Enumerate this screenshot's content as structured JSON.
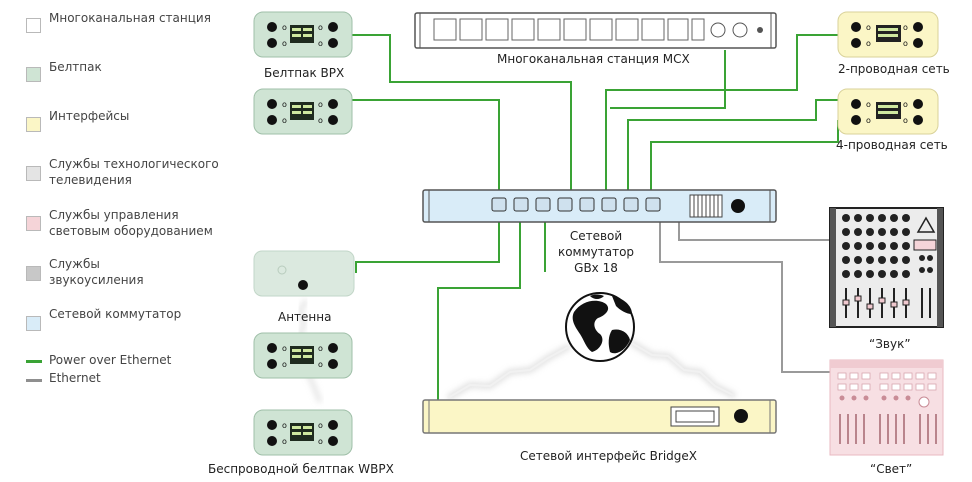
{
  "colors": {
    "poe": "#3aa335",
    "ethernet": "#8f8f8f",
    "beltpack": "#cfe4d4",
    "interface": "#fbf6c6",
    "multichannel": "#ffffff",
    "cctv": "#e4e4e4",
    "lighting": "#f5d4d8",
    "sound": "#c8c8c8",
    "switch": "#d9ecf8"
  },
  "legend": [
    {
      "text": "Многоканальная станция",
      "color": "#ffffff"
    },
    {
      "text": "Белтпак",
      "color": "#cfe4d4"
    },
    {
      "text": "Интерфейсы",
      "color": "#fbf6c6"
    },
    {
      "text": "Службы технологического\nтелевидения",
      "color": "#e4e4e4"
    },
    {
      "text": "Службы управления\nсветовым оборудованием",
      "color": "#f5d4d8"
    },
    {
      "text": "Службы\nзвукоусиления",
      "color": "#c8c8c8"
    },
    {
      "text": "Сетевой коммутатор",
      "color": "#d9ecf8"
    }
  ],
  "line_legend": {
    "poe": "Power over Ethernet",
    "ethernet": "Ethernet"
  },
  "labels": {
    "beltpack_bpx": "Белтпак BPX",
    "mcx": "Многоканальная станция MCX",
    "two_wire": "2-проводная сеть",
    "four_wire": "4-проводная сеть",
    "switch_l1": "Сетевой",
    "switch_l2": "коммутатор",
    "switch_l3": "GBx 18",
    "antenna": "Антенна",
    "wireless": "Беспроводной белтпак WBPX",
    "bridgex": "Сетевой интерфейс BridgeX",
    "sound": "“Звук”",
    "light": "“Свет”"
  }
}
